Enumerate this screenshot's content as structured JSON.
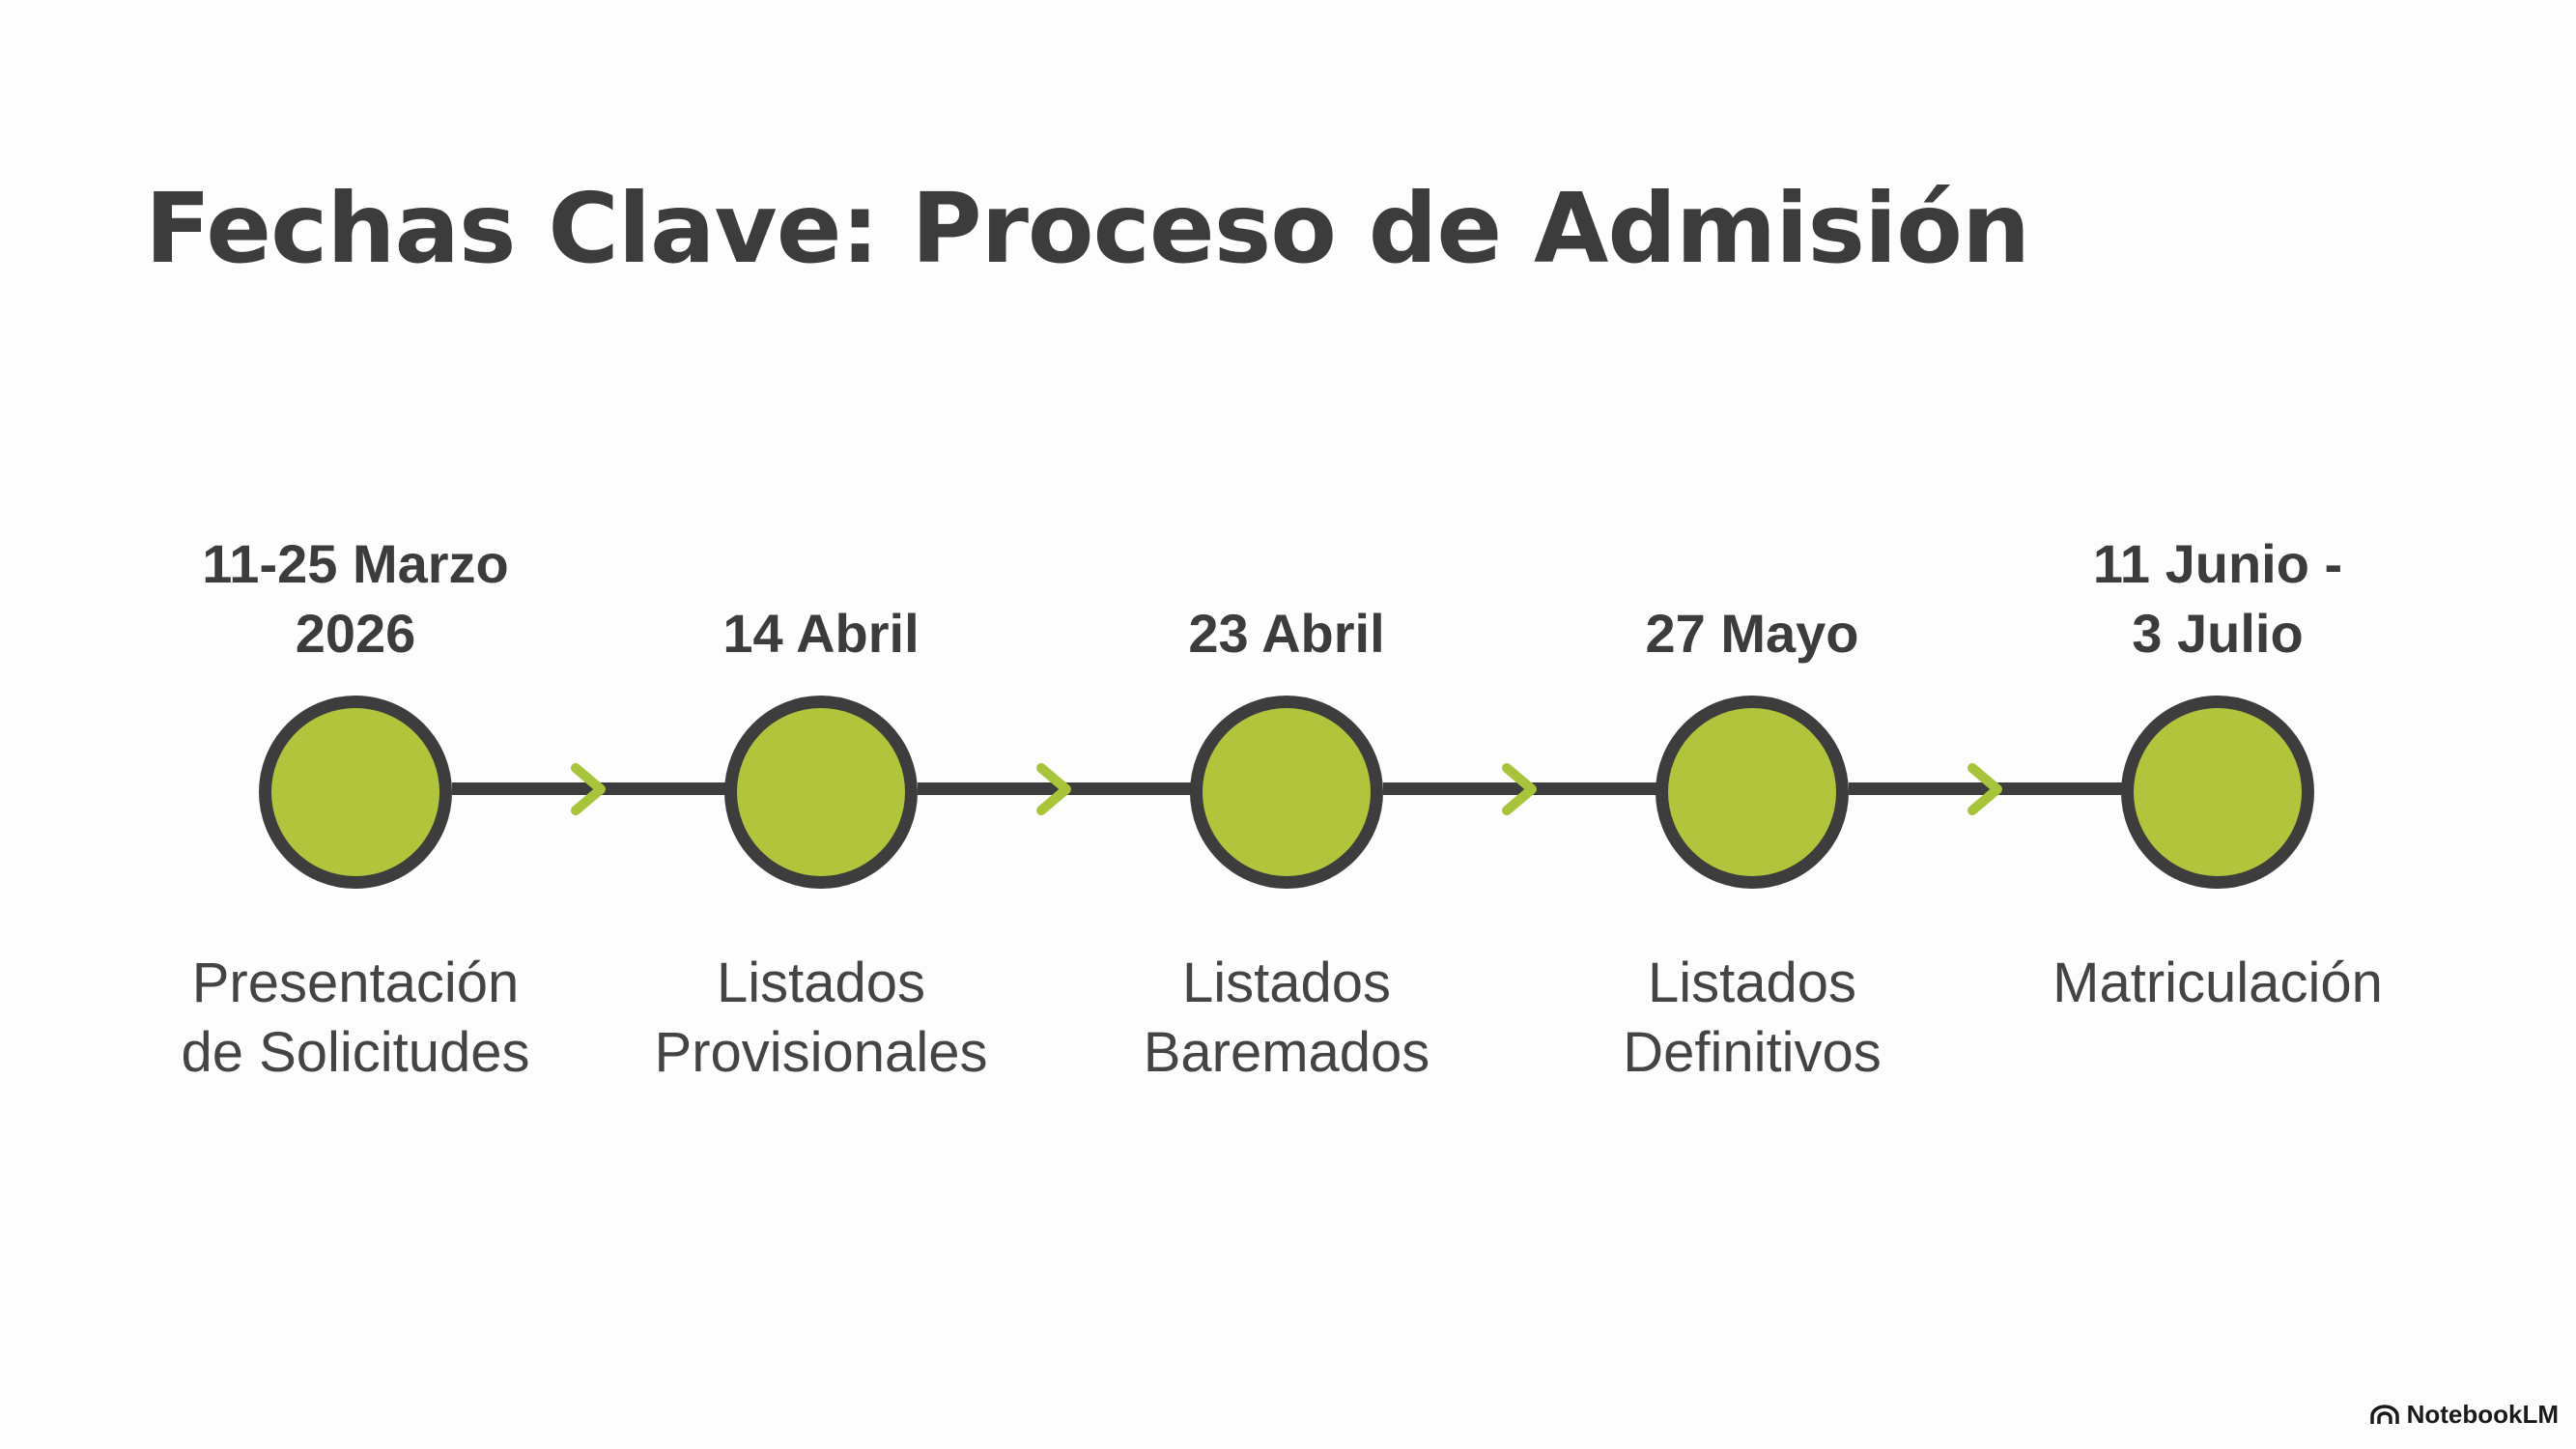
{
  "title": "Fechas Clave: Proceso de Admisión",
  "stages": [
    {
      "date": "11-25 Marzo\n2026",
      "label": "Presentación\nde Solicitudes"
    },
    {
      "date": "14 Abril",
      "label": "Listados\nProvisionales"
    },
    {
      "date": "23 Abril",
      "label": "Listados\nBaremados"
    },
    {
      "date": "27 Mayo",
      "label": "Listados\nDefinitivos"
    },
    {
      "date": "11 Junio -\n3 Julio",
      "label": "Matriculación"
    }
  ],
  "colors": {
    "node_fill": "#b2c43c",
    "node_border": "#3d3d3d",
    "arrow": "#a8c43a",
    "text": "#3c3c3c"
  },
  "icons": {
    "arrow": "chevron-right-icon",
    "brand": "notebooklm-logo-icon"
  },
  "brand": {
    "name": "NotebookLM"
  }
}
